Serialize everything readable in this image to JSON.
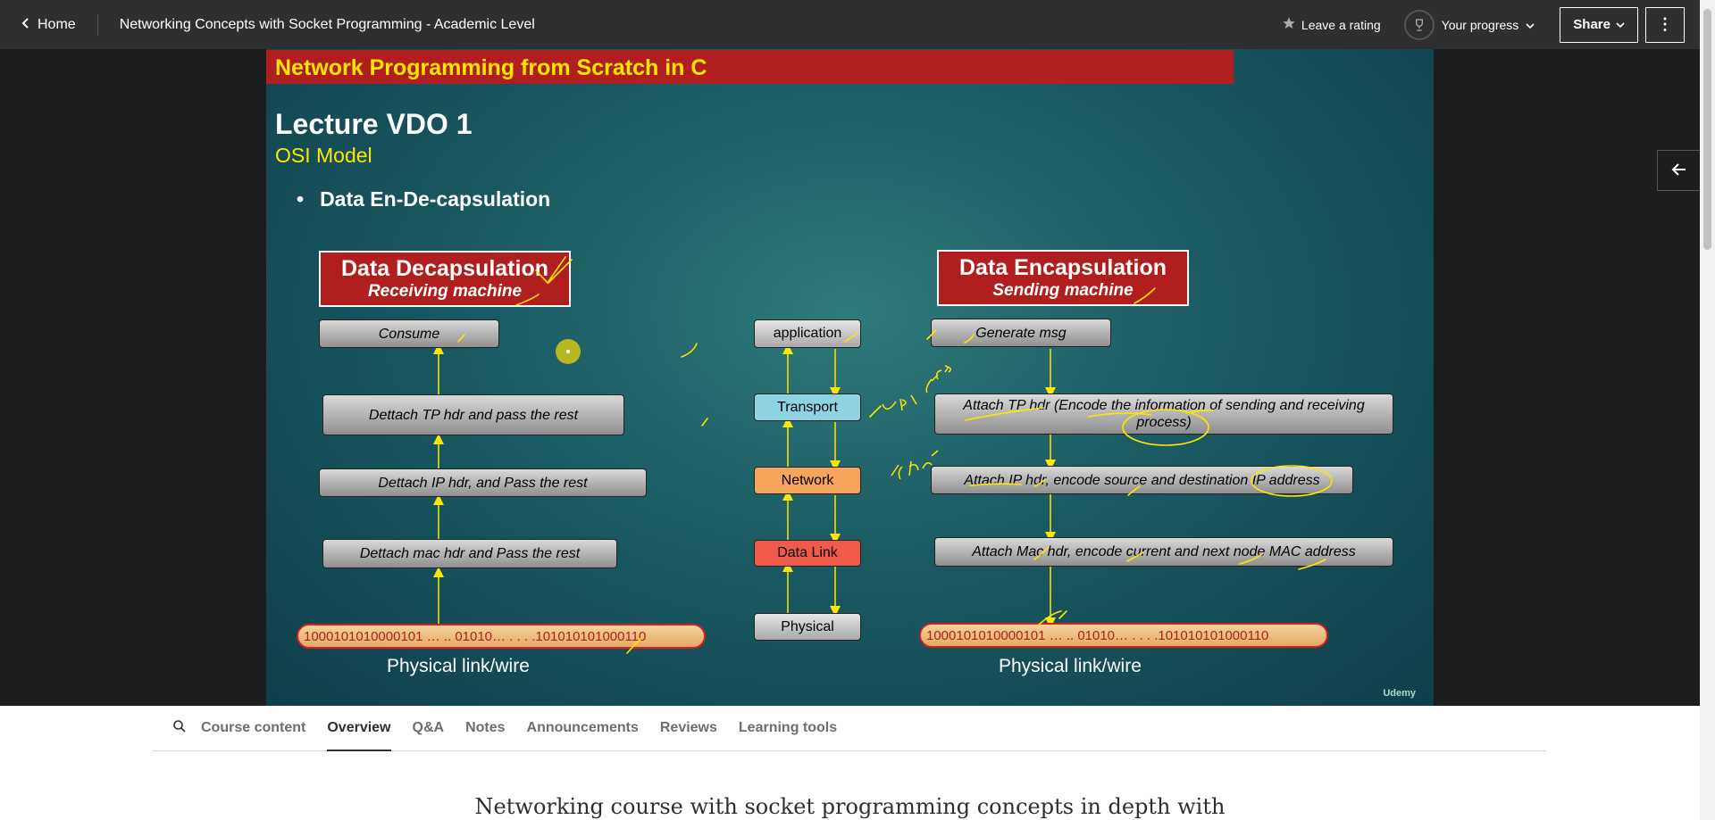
{
  "topbar": {
    "home_label": "Home",
    "course_title": "Networking Concepts with Socket Programming - Academic Level",
    "rating_label": "Leave a rating",
    "progress_label": "Your progress",
    "share_label": "Share"
  },
  "slide": {
    "banner": "Network Programming from Scratch in C",
    "lecture": "Lecture VDO 1",
    "topic": "OSI Model",
    "bullet": "Data En-De-capsulation",
    "decap": {
      "title": "Data Decapsulation",
      "subtitle": "Receiving machine",
      "steps": [
        "Consume",
        "Dettach TP hdr and pass the rest",
        "Dettach IP hdr, and Pass the rest",
        "Dettach mac hdr and Pass the rest"
      ],
      "wire": "1000101010000101 … .. 01010… . . . .101010101000110",
      "wire_label": "Physical link/wire"
    },
    "layers": [
      "application",
      "Transport",
      "Network",
      "Data Link",
      "Physical"
    ],
    "layer_colors": [
      "#d0d0d0",
      "#8fd3e0",
      "#f7a45c",
      "#f05a4a",
      "#d0d0d0"
    ],
    "encap": {
      "title": "Data Encapsulation",
      "subtitle": "Sending machine",
      "steps": [
        "Generate msg",
        "Attach TP hdr (Encode the information of sending and receiving process)",
        "Attach IP hdr, encode source and destination IP address",
        "Attach Mac hdr, encode current and next node MAC address"
      ],
      "wire": "1000101010000101 … .. 01010… . . . .101010101000110",
      "wire_label": "Physical link/wire"
    },
    "annotations": [
      "UDP, TCP",
      "IP, ING"
    ],
    "watermark": "Udemy",
    "ink_color": "#ffe600"
  },
  "tabs": {
    "items": [
      "Course content",
      "Overview",
      "Q&A",
      "Notes",
      "Announcements",
      "Reviews",
      "Learning tools"
    ],
    "active": "Overview"
  },
  "description": "Networking course with socket programming concepts in depth with"
}
